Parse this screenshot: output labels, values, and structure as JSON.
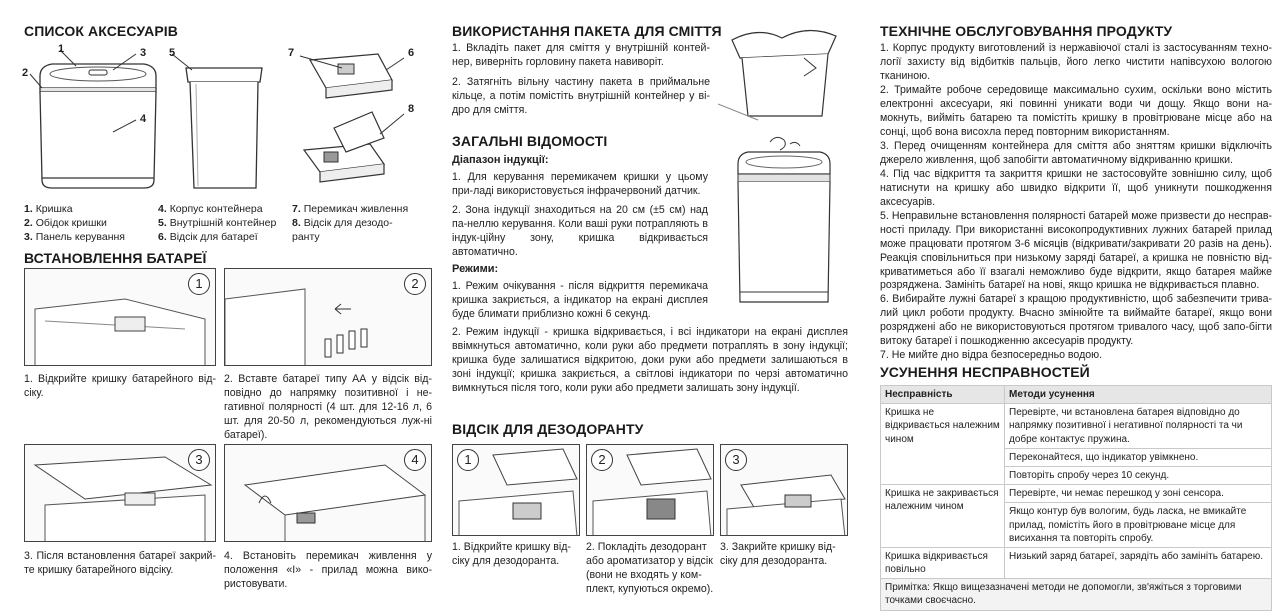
{
  "accessories": {
    "title": "СПИСОК АКСЕСУАРІВ",
    "callouts": [
      "1",
      "2",
      "3",
      "4",
      "5",
      "6",
      "7",
      "8"
    ],
    "items": [
      {
        "n": "1.",
        "label": "Кришка"
      },
      {
        "n": "2.",
        "label": "Обідок кришки"
      },
      {
        "n": "3.",
        "label": "Панель керування"
      },
      {
        "n": "4.",
        "label": "Корпус контейнера"
      },
      {
        "n": "5.",
        "label": "Внутрішній контейнер"
      },
      {
        "n": "6.",
        "label": "Відсік для батареї"
      },
      {
        "n": "7.",
        "label": "Перемикач живлення"
      },
      {
        "n": "8.",
        "label": "Відсік для дезодо-ранту"
      }
    ]
  },
  "battery": {
    "title": "ВСТАНОВЛЕННЯ БАТАРЕЇ",
    "steps": [
      {
        "num": "1",
        "text": "1. Відкрийте кришку батарейного від-сіку."
      },
      {
        "num": "2",
        "text": "2. Вставте батареї типу АА у відсік від-повідно до напрямку позитивної і не-гативної полярності (4 шт. для 12-16 л, 6 шт. для 20-50 л, рекомендуються луж-ні батареї)."
      },
      {
        "num": "3",
        "text": "3. Після встановлення батареї закрий-те кришку батарейного відсіку."
      },
      {
        "num": "4",
        "text": "4. Встановіть перемикач живлення у положення «І» - прилад можна вико-ристовувати."
      }
    ]
  },
  "bag": {
    "title": "ВИКОРИСТАННЯ ПАКЕТА ДЛЯ СМІТТЯ",
    "p1": "1. Вкладіть пакет для сміття у внутрішній контей-нер, виверніть горловину пакета навиворіт.",
    "p2": "2. Затягніть вільну частину пакета в приймальне кільце, а потім помістіть внутрішній контейнер у ві-дро для сміття."
  },
  "general": {
    "title": "ЗАГАЛЬНІ ВІДОМОСТІ",
    "range_title": "Діапазон індукції:",
    "r1": "1. Для керування перемикачем кришки у цьому при-ладі використовується інфрачервоний датчик.",
    "r2": "2. Зона індукції знаходиться на 20 см (±5 см) над па-неллю керування. Коли ваші руки потрапляють в індук-ційну зону, кришка відкривається автоматично.",
    "modes_title": "Режими:",
    "m1": "1. Режим очікування - після відкриття перемикача кришка закриється, а індикатор на екрані дисплея буде блимати приблизно кожні 6 секунд.",
    "m2": "2. Режим індукції - кришка відкривається, і всі індикатори на екрані дисплея ввімкнуться автоматично, коли руки або предмети потраплять в зону індукції; кришка буде залишатися відкритою, доки руки або предмети залишаються в зоні індукції; кришка закриється, а світлові індикатори по черзі автоматично вимкнуться після того, коли руки або предмети залишать зону індукції."
  },
  "deodorant": {
    "title": "ВІДСІК ДЛЯ ДЕЗОДОРАНТУ",
    "steps": [
      {
        "num": "1",
        "text": "1. Відкрийте кришку від-сіку для дезодоранта."
      },
      {
        "num": "2",
        "text": "2. Покладіть дезодорант або ароматизатор у відсік (вони не входять у ком-плект, купуються окремо)."
      },
      {
        "num": "3",
        "text": "3. Закрийте кришку від-сіку для дезодоранта."
      }
    ]
  },
  "maintenance": {
    "title": "ТЕХНІЧНЕ ОБСЛУГОВУВАННЯ ПРОДУКТУ",
    "items": [
      "1. Корпус продукту виготовлений із нержавіючої сталі із застосуванням техно-логії захисту від відбитків пальців, його легко чистити напівсухою вологою тканиною.",
      "2. Тримайте робоче середовище максимально сухим, оскільки воно містить електронні аксесуари, які повинні уникати води чи дощу. Якщо вони на-мокнуть, вийміть батарею та помістіть кришку в провітрюване місце або на сонці, щоб вона висохла перед повторним використанням.",
      "3. Перед очищенням контейнера для сміття або зняттям кришки відключіть джерело живлення, щоб запобігти автоматичному відкриванню кришки.",
      "4. Під час відкриття та закриття кришки не застосовуйте зовнішню силу, щоб натиснути на кришку або швидко відкрити її, щоб уникнути пошкодження аксесуарів.",
      "5. Неправильне встановлення полярності батарей може призвести до несправ-ності приладу. При використанні високопродуктивних лужних батарей прилад може працювати протягом 3-6 місяців (відкривати/закривати 20 разів на день). Реакція сповільниться при низькому заряді батареї, а кришка не повністю від-криватиметься або її взагалі неможливо буде відкрити, якщо батарея майже розряджена. Замініть батареї на нові, якщо кришка не відкривається плавно.",
      "6. Вибирайте лужні батареї з кращою продуктивністю, щоб забезпечити трива-лий цикл роботи продукту. Вчасно змінюйте та виймайте батареї, якщо вони розряджені або не використовуються протягом тривалого часу, щоб запо-бігти витоку батареї і пошкодженню аксесуарів продукту.",
      "7. Не мийте дно відра безпосередньо водою."
    ]
  },
  "troubleshooting": {
    "title": "УСУНЕННЯ НЕСПРАВНОСТЕЙ",
    "col1": "Несправність",
    "col2": "Методи усунення",
    "r1_problem": "Кришка не відкривається належним чином",
    "r1_m1": "Перевірте, чи встановлена батарея відповідно до напрямку позитивної і негативної полярності та чи добре контактує пружина.",
    "r1_m2": "Переконайтеся, що індикатор увімкнено.",
    "r1_m3": "Повторіть спробу через 10 секунд.",
    "r2_problem": "Кришка не закривається належним чином",
    "r2_m1": "Перевірте, чи немає перешкод у зоні сенсора.",
    "r2_m2": "Якщо контур був вологим, будь ласка, не вмикайте прилад, помістіть його в провітрюване місце для висихання та повторіть спробу.",
    "r3_problem": "Кришка відкривається повільно",
    "r3_m1": "Низький заряд батареї, зарядіть або замініть батарею.",
    "note": "Примітка: Якщо вищезазначені методи не допомогли, зв'яжіться з торговими точками своєчасно."
  }
}
